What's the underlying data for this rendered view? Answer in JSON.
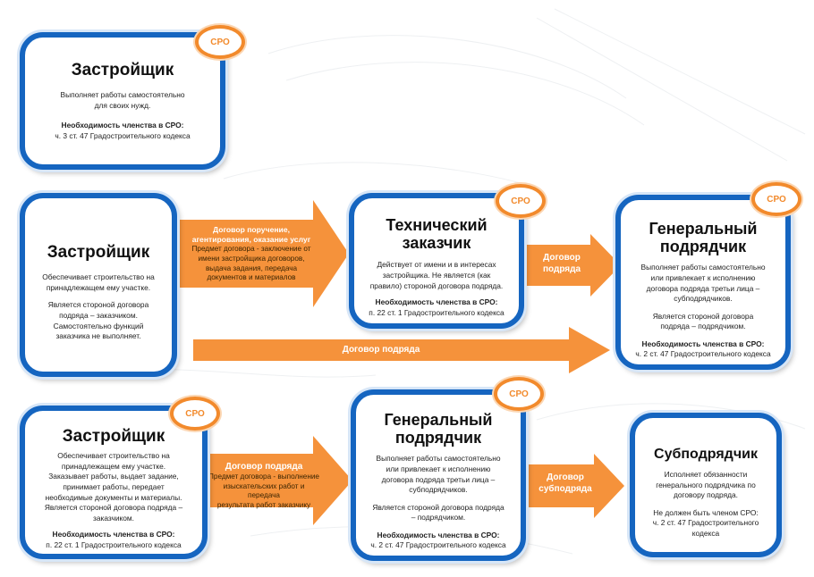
{
  "badge_label": "СРО",
  "row1": {
    "card": {
      "title": "Застройщик",
      "desc": [
        "Выполняет работы самостоятельно",
        "для своих нужд."
      ],
      "mem_heading": "Необходимость членства в СРО:",
      "mem_ref": "ч. 3 ст. 47 Градостроительного кодекса"
    }
  },
  "row2": {
    "dev": {
      "title": "Застройщик",
      "desc1": [
        "Обеспечивает строительство на",
        "принадлежащем ему участке."
      ],
      "desc2": [
        "Является стороной договора",
        "подряда – заказчиком.",
        "Самостоятельно функций",
        "заказчика не выполняет."
      ]
    },
    "arrow1": {
      "heading": [
        "Договор поручение,",
        "агентирования, оказание услуг"
      ],
      "body": [
        "Предмет договора - заключение от",
        "имени застройщика договоров,",
        "выдача задания, передача",
        "документов и материалов"
      ]
    },
    "tech": {
      "title": [
        "Технический",
        "заказчик"
      ],
      "desc": [
        "Действует от имени и в интересах",
        "застройщика. Не является (как",
        "правило) стороной договора подряда."
      ],
      "mem_heading": "Необходимость членства в СРО:",
      "mem_ref": "п. 22 ст. 1 Градостроительного кодекса"
    },
    "arrow2": {
      "label": [
        "Договор",
        "подряда"
      ]
    },
    "gen": {
      "title": [
        "Генеральный",
        "подрядчик"
      ],
      "desc1": [
        "Выполняет работы самостоятельно",
        "или привлекает к исполнению",
        "договора подряда третьи лица –",
        "субподрядчиков."
      ],
      "desc2": [
        "Является стороной договора",
        "подряда – подрядчиком."
      ],
      "mem_heading": "Необходимость членства в СРО:",
      "mem_ref": "ч. 2 ст. 47 Градостроительного кодекса"
    },
    "long_arrow": {
      "label": "Договор подряда"
    }
  },
  "row3": {
    "dev": {
      "title": "Застройщик",
      "desc": [
        "Обеспечивает строительство на",
        "принадлежащем ему участке.",
        "Заказывает работы, выдает задание,",
        "принимает работы, передает",
        "необходимые документы и материалы.",
        "Является стороной договора подряда –",
        "заказчиком."
      ],
      "mem_heading": "Необходимость членства в СРО:",
      "mem_ref": "п. 22 ст. 1 Градостроительного кодекса"
    },
    "arrow1": {
      "heading": "Договор подряда",
      "body": [
        "Предмет договора - выполнение",
        "изыскательских работ и передача",
        "результата работ заказчику"
      ]
    },
    "gen": {
      "title": [
        "Генеральный",
        "подрядчик"
      ],
      "desc1": [
        "Выполняет работы самостоятельно",
        "или привлекает к исполнению",
        "договора подряда третьи лица –",
        "субподрядчиков."
      ],
      "desc2": [
        "Является стороной договора подряда",
        "– подрядчиком."
      ],
      "mem_heading": "Необходимость членства в СРО:",
      "mem_ref": "ч. 2 ст. 47 Градостроительного кодекса"
    },
    "arrow2": {
      "label": [
        "Договор",
        "субподряда"
      ]
    },
    "sub": {
      "title": "Субподрядчик",
      "desc": [
        "Исполняет обязанности",
        "генерального подрядчика по",
        "договору подряда."
      ],
      "mem": [
        "Не должен быть членом СРО:",
        "ч. 2 ст. 47 Градостроительного",
        "кодекса"
      ]
    }
  },
  "colors": {
    "card_border": "#1565c0",
    "badge_ring": "#f28a2c",
    "arrow": "#f5923b"
  }
}
